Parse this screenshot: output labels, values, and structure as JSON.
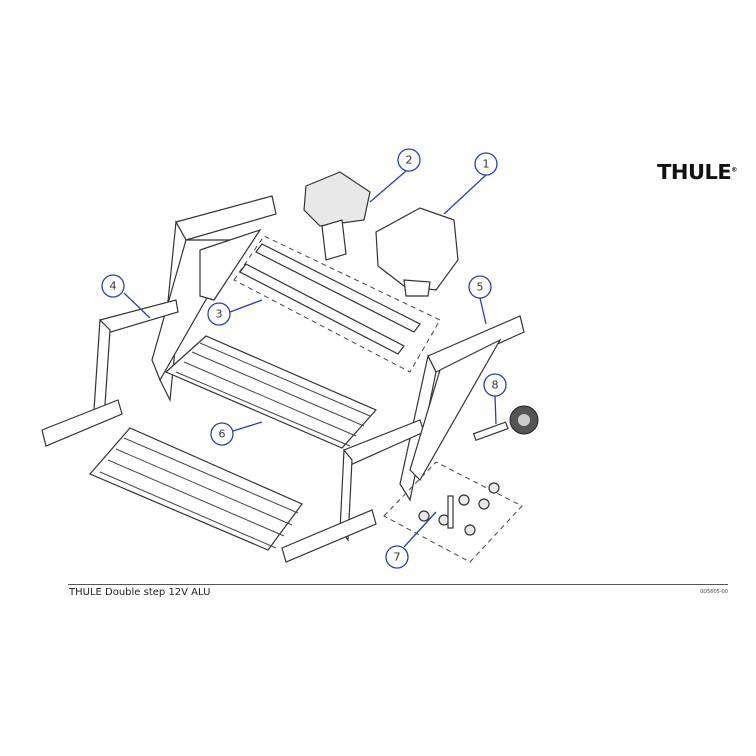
{
  "diagram": {
    "title": "THULE Double step 12V ALU",
    "drawing_code": "0D5605-00",
    "logo_text": "THULE",
    "callout_color": "#2a3fb0",
    "callouts": [
      "1",
      "2",
      "3",
      "4",
      "5",
      "6",
      "7",
      "8"
    ]
  }
}
